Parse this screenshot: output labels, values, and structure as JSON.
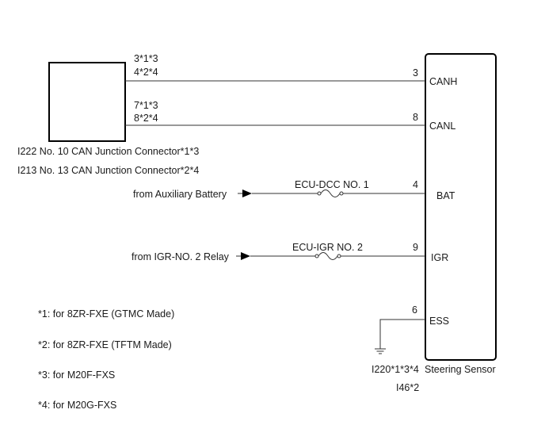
{
  "junction_connector": {
    "pins_top": [
      "3*1*3",
      "4*2*4"
    ],
    "pins_bottom": [
      "7*1*3",
      "8*2*4"
    ],
    "label_1": "I222 No. 10 CAN Junction Connector*1*3",
    "label_2": "I213 No. 13 CAN Junction Connector*2*4"
  },
  "steering_sensor": {
    "name": "Steering Sensor",
    "connector_1": "I220*1*3*4",
    "connector_2": "I46*2",
    "terminals": [
      {
        "pin": "3",
        "name": "CANH"
      },
      {
        "pin": "8",
        "name": "CANL"
      },
      {
        "pin": "4",
        "name": "BAT"
      },
      {
        "pin": "9",
        "name": "IGR"
      },
      {
        "pin": "6",
        "name": "ESS"
      }
    ]
  },
  "sources": {
    "battery": "from Auxiliary Battery",
    "igr_relay": "from IGR-NO. 2 Relay"
  },
  "fuses": {
    "dcc": "ECU-DCC NO. 1",
    "igr": "ECU-IGR NO. 2"
  },
  "notes": [
    "*1: for 8ZR-FXE (GTMC Made)",
    "*2: for 8ZR-FXE (TFTM Made)",
    "*3: for M20F-FXS",
    "*4: for M20G-FXS"
  ]
}
